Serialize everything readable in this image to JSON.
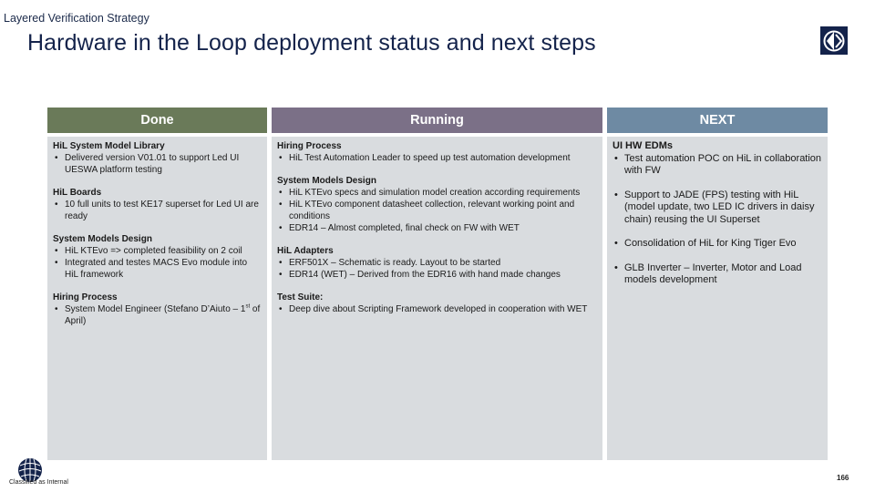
{
  "header": {
    "kicker": "Layered Verification Strategy",
    "title": "Hardware in the Loop deployment status and next steps",
    "logo_icon": "electrolux-logo"
  },
  "columns": {
    "done": {
      "title": "Done",
      "color": "#6a7a59",
      "s1_head": "HiL System Model Library",
      "s1_b1": "Delivered version V01.01 to support Led UI UESWA platform testing",
      "s2_head": "HiL Boards",
      "s2_b1": "10 full units to test KE17 superset for Led UI are ready",
      "s3_head": "System Models Design",
      "s3_b1": "HiL KTEvo => completed feasibility on 2 coil",
      "s3_b2": "Integrated and testes MACS Evo module into HiL framework",
      "s4_head": "Hiring Process",
      "s4_b1_pre": "System Model Engineer (Stefano D’Aiuto – 1",
      "s4_b1_sup": "st",
      "s4_b1_post": " of April)"
    },
    "running": {
      "title": "Running",
      "color": "#7b7087",
      "s1_head": "Hiring Process",
      "s1_b1": "HiL Test Automation Leader to speed up test automation development",
      "s2_head": "System Models Design",
      "s2_b1": "HiL KTEvo specs and simulation model creation according requirements",
      "s2_b2": "HiL KTEvo component datasheet collection, relevant working point and conditions",
      "s2_b3": "EDR14 – Almost completed, final check on FW with WET",
      "s3_head": "HiL Adapters",
      "s3_b1": "ERF501X – Schematic is ready. Layout to be started",
      "s3_b2": "EDR14 (WET) – Derived from the EDR16 with hand made changes",
      "s4_head": "Test Suite:",
      "s4_b1": "Deep dive about Scripting Framework developed in cooperation with WET"
    },
    "next": {
      "title": "NEXT",
      "color": "#6e8aa3",
      "s1_head": "UI HW EDMs",
      "b1": "Test automation POC on HiL in collaboration with FW",
      "b2": "Support to JADE (FPS) testing with HiL (model update, two LED IC drivers in daisy chain) reusing the UI Superset",
      "b3": "Consolidation of HiL for King Tiger Evo",
      "b4": "GLB Inverter – Inverter, Motor and Load models development"
    }
  },
  "footer": {
    "classification": "Classified as Internal",
    "page_number": "166",
    "footer_icon": "globe-logo"
  }
}
